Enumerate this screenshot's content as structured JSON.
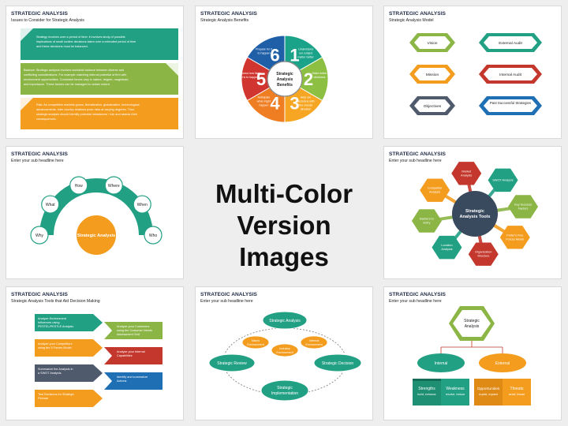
{
  "center": {
    "line1": "Multi-Color",
    "line2": "Version Images"
  },
  "slides": {
    "s1": {
      "title": "STRATEGIC ANALYSIS",
      "subtitle": "Issues to Consider for Strategic Analysis",
      "boxes": [
        {
          "lines": [
            "Strategy involves over a period of time: it involves study of possible",
            "implications of small routine decisions taken over a extended period of time",
            "and these decisions must be balanced."
          ],
          "color": "#22a084"
        },
        {
          "lines": [
            "Balance: Strategic analysis involves workable balance between diverse and",
            "conflicting considerations. For example matching internal potential of firm with",
            "environment opportunities. Constraint forces vary in nature, degree, magnitude,",
            "and importance. These factors can be managed to certain extent."
          ],
          "color": "#8bb545"
        },
        {
          "lines": [
            "Risk: As competitive markets grows, liberalization, globalization, technological",
            "advancements, inter country relations pose risks at varying degrees. Thus",
            "strategic analysis should identify potential imbalances / risk and assess their",
            "consequences."
          ],
          "color": "#f39c1e"
        }
      ]
    },
    "s2": {
      "title": "STRATEGIC ANALYSIS",
      "subtitle": "Strategic Analysis Benefits",
      "center": [
        "Strategic",
        "Analysis",
        "Benefits"
      ],
      "segments": [
        {
          "num": "1",
          "color": "#1aa389",
          "lines": [
            "Understand",
            "our subject",
            "matter better"
          ]
        },
        {
          "num": "2",
          "color": "#8dbf43",
          "lines": [
            "Make better",
            "decisions"
          ]
        },
        {
          "num": "3",
          "color": "#f6a623",
          "lines": [
            "Help our",
            "decisions with",
            "the overall",
            "direction"
          ]
        },
        {
          "num": "4",
          "color": "#ef7d22",
          "lines": [
            "Anticipate",
            "what might",
            "happen"
          ]
        },
        {
          "num": "5",
          "color": "#d0352f",
          "lines": [
            "Assess how likely",
            "it is to happen"
          ]
        },
        {
          "num": "6",
          "color": "#1f5fa8",
          "lines": [
            "Prepare for it",
            "to happen"
          ]
        }
      ]
    },
    "s3": {
      "title": "STRATEGIC ANALYSIS",
      "subtitle": "Strategic Analysis Model",
      "left": [
        {
          "label": "Vision",
          "color": "#8bb545"
        },
        {
          "label": "Mission",
          "color": "#f39c1e"
        },
        {
          "label": "Objectives",
          "color": "#4f5a6d"
        }
      ],
      "right": [
        {
          "label": "External Audit",
          "color": "#22a084"
        },
        {
          "label": "Internal Audit",
          "color": "#c4372c"
        },
        {
          "label": "Past Successful Strategies",
          "color": "#1f6fb5"
        }
      ]
    },
    "s4": {
      "title": "STRATEGIC ANALYSIS",
      "subtitle": "Enter your sub headline here",
      "center": "Strategic Analysis",
      "items": [
        "Why",
        "What",
        "How",
        "Where",
        "When",
        "Who"
      ]
    },
    "s5": {
      "title": "STRATEGIC ANALYSIS",
      "subtitle": "Enter your sub headline here",
      "center": [
        "Strategic",
        "Analysis Tools"
      ],
      "items": [
        {
          "lines": [
            "Market",
            "Analysis"
          ],
          "color": "#c4372c"
        },
        {
          "lines": [
            "SWOT Analysis"
          ],
          "color": "#22a084"
        },
        {
          "lines": [
            "Key Success",
            "Factors"
          ],
          "color": "#8bb545"
        },
        {
          "lines": [
            "Porter's Five",
            "Forces Model"
          ],
          "color": "#f39c1e"
        },
        {
          "lines": [
            "Organization",
            "Structure"
          ],
          "color": "#c4372c"
        },
        {
          "lines": [
            "Location",
            "Analysis"
          ],
          "color": "#22a084"
        },
        {
          "lines": [
            "Barriers to",
            "Entry"
          ],
          "color": "#8bb545"
        },
        {
          "lines": [
            "Competitor",
            "Analysis"
          ],
          "color": "#f39c1e"
        }
      ]
    },
    "s6": {
      "title": "STRATEGIC ANALYSIS",
      "subtitle": "Strategic Analysis Tools that Aid Decision Making",
      "left": [
        {
          "lines": [
            "Analyze Environment",
            "Influences using",
            "PESTEL/PESTLE Analysis"
          ],
          "color": "#22a084"
        },
        {
          "lines": [
            "Analyze your Competitors",
            "using the 5 Forces Model"
          ],
          "color": "#f39c1e"
        },
        {
          "lines": [
            "Summarize the Analysis in",
            "a SWOT Analysis"
          ],
          "color": "#4f5a6d"
        },
        {
          "lines": [
            "Test Decisions for Strategic",
            "Finesse"
          ],
          "color": "#f39c1e"
        }
      ],
      "right": [
        {
          "lines": [
            "Analyze your Customers",
            "using the Customer Needs",
            "Assessment Grid"
          ],
          "color": "#8bb545"
        },
        {
          "lines": [
            "Analyze your Internal",
            "Capabilities"
          ],
          "color": "#c4372c"
        },
        {
          "lines": [
            "Identify and summarize",
            "Actions"
          ],
          "color": "#1f6fb5"
        }
      ]
    },
    "s7": {
      "title": "STRATEGIC ANALYSIS",
      "subtitle": "Enter your sub headline here",
      "nodes": [
        "Strategic Analysis",
        "Strategic Review",
        "Strategic Decision",
        "Strategic",
        "Implementation"
      ],
      "mini": [
        [
          "Macro",
          "Environment"
        ],
        [
          "Industry",
          "Environment"
        ],
        [
          "Internal",
          "Environment"
        ]
      ]
    },
    "s8": {
      "title": "STRATEGIC ANALYSIS",
      "subtitle": "Enter your sub headline here",
      "top": [
        "Strategic",
        "Analysis"
      ],
      "internal": "Internal",
      "external": "External",
      "boxes": [
        {
          "label": "Strengths",
          "sub": "build, enhance"
        },
        {
          "label": "Weakness",
          "sub": "resolve, reduce"
        },
        {
          "label": "Opportunities",
          "sub": "exploit, expand"
        },
        {
          "label": "Threats",
          "sub": "avoid, thwart"
        }
      ]
    }
  }
}
